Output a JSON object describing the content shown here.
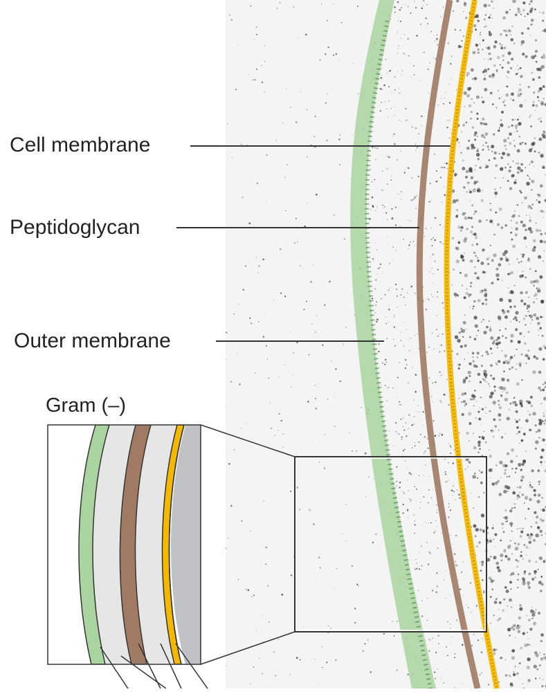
{
  "labels": {
    "cell_membrane": "Cell membrane",
    "peptidoglycan": "Peptidoglycan",
    "outer_membrane": "Outer membrane",
    "inset_title": "Gram (–)"
  },
  "colors": {
    "outer_membrane": "#a9d4a0",
    "peptidoglycan": "#a07a63",
    "cell_membrane": "#f5b800",
    "periplasm": "#e6e6e6",
    "cytoplasm": "#bfc1c5",
    "background": "#ffffff",
    "micrograph_speckle": "#3a3a3a"
  }
}
